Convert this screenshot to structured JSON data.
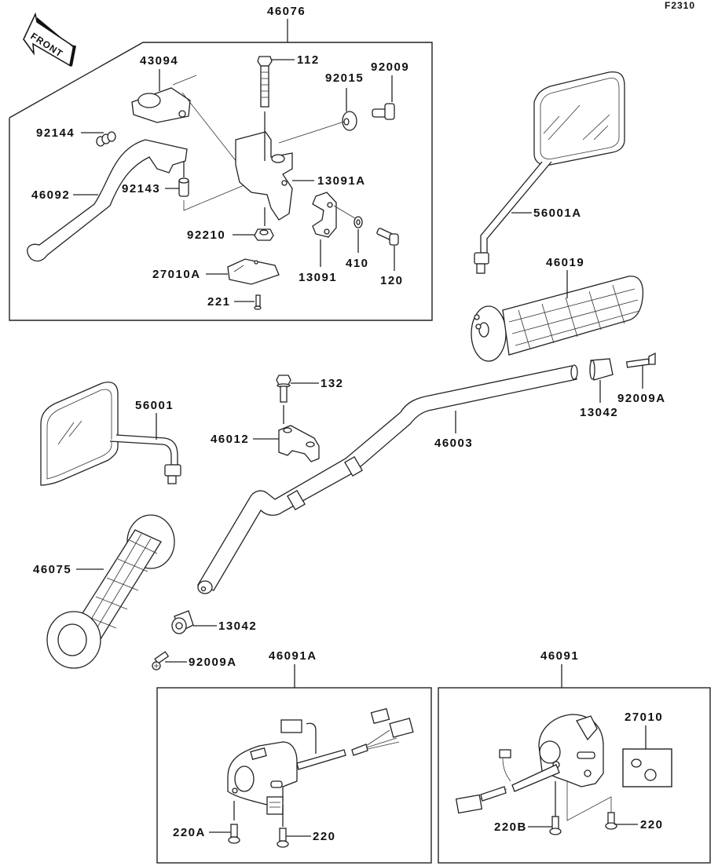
{
  "diagram": {
    "figure_code": "F2310",
    "front_indicator": "FRONT",
    "assemblies": [
      {
        "id": "46076",
        "label": "46076"
      },
      {
        "id": "46091A",
        "label": "46091A"
      },
      {
        "id": "46091",
        "label": "46091"
      }
    ],
    "parts": {
      "p43094": "43094",
      "p112": "112",
      "p92015": "92015",
      "p92009": "92009",
      "p92144": "92144",
      "p13091A": "13091A",
      "p46092": "46092",
      "p92143": "92143",
      "p92210": "92210",
      "p410": "410",
      "p13091": "13091",
      "p120": "120",
      "p27010A": "27010A",
      "p221": "221",
      "p56001A": "56001A",
      "p46019": "46019",
      "p92009A_r": "92009A",
      "p13042_r": "13042",
      "p132": "132",
      "p56001": "56001",
      "p46012": "46012",
      "p46003": "46003",
      "p46075": "46075",
      "p13042_l": "13042",
      "p92009A_l": "92009A",
      "p220A": "220A",
      "p220_a": "220",
      "p27010": "27010",
      "p220B": "220B",
      "p220_b": "220"
    }
  }
}
